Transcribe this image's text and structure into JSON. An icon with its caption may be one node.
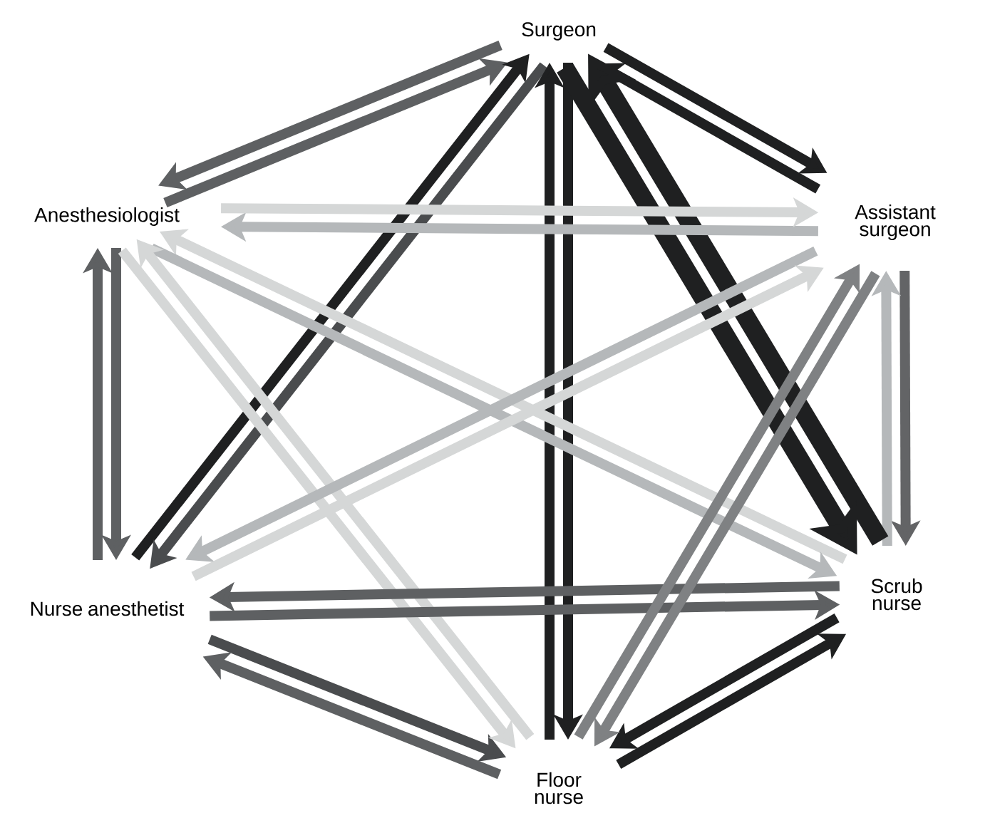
{
  "diagram": {
    "nodes": [
      {
        "text": [
          "Surgeon"
        ]
      },
      {
        "text": [
          "Assistant surgeon"
        ]
      },
      {
        "text": [
          "Scrub nurse"
        ]
      },
      {
        "text": [
          "Floor nurse"
        ]
      },
      {
        "text": [
          "Nurse anesthetist"
        ]
      },
      {
        "text": [
          "Anesthesiologist"
        ]
      }
    ],
    "edges": [
      {
        "from": 5,
        "to": 0,
        "arrow": "to",
        "color": "#5e6062"
      },
      {
        "from": 0,
        "to": 5,
        "arrow": "to",
        "color": "#5e6062"
      },
      {
        "from": 1,
        "to": 0,
        "arrow": "to",
        "color": "#1f2021"
      },
      {
        "from": 0,
        "to": 1,
        "arrow": "to",
        "color": "#1f2021"
      },
      {
        "from": 1,
        "to": 2,
        "arrow": "to",
        "color": "#636466"
      },
      {
        "from": 2,
        "to": 1,
        "arrow": "to",
        "color": "#b5b8ba"
      },
      {
        "from": 2,
        "to": 3,
        "arrow": "to",
        "color": "#1f2021"
      },
      {
        "from": 3,
        "to": 2,
        "arrow": "to",
        "color": "#1f2021"
      },
      {
        "from": 4,
        "to": 3,
        "arrow": "to",
        "color": "#4a4c4e"
      },
      {
        "from": 3,
        "to": 4,
        "arrow": "to",
        "color": "#5e6062"
      },
      {
        "from": 4,
        "to": 5,
        "arrow": "to",
        "color": "#5e6062"
      },
      {
        "from": 5,
        "to": 4,
        "arrow": "to",
        "color": "#5e6062"
      },
      {
        "from": 4,
        "to": 0,
        "arrow": "to",
        "color": "#1f2021"
      },
      {
        "from": 0,
        "to": 4,
        "arrow": "to",
        "color": "#4a4c4e"
      },
      {
        "from": 3,
        "to": 0,
        "arrow": "to",
        "color": "#1f2021"
      },
      {
        "from": 0,
        "to": 3,
        "arrow": "to",
        "color": "#1f2021"
      },
      {
        "from": 2,
        "to": 0,
        "arrow": "to",
        "style": "thick",
        "color": "#1f2021"
      },
      {
        "from": 0,
        "to": 2,
        "arrow": "to",
        "style": "thick",
        "color": "#1f2021"
      },
      {
        "from": 1,
        "to": 5,
        "arrow": "to",
        "color": "#b5b8ba"
      },
      {
        "from": 5,
        "to": 1,
        "arrow": "to",
        "color": "#d5d7d7"
      },
      {
        "from": 2,
        "to": 5,
        "arrow": "to",
        "color": "#d5d7d7"
      },
      {
        "from": 5,
        "to": 2,
        "arrow": "to",
        "color": "#b5b8ba"
      },
      {
        "from": 3,
        "to": 5,
        "arrow": "to",
        "color": "#d5d7d7"
      },
      {
        "from": 5,
        "to": 3,
        "arrow": "to",
        "color": "#d5d7d7"
      },
      {
        "from": 1,
        "to": 4,
        "arrow": "to",
        "color": "#b5b8ba"
      },
      {
        "from": 4,
        "to": 1,
        "arrow": "to",
        "color": "#d5d7d7"
      },
      {
        "from": 2,
        "to": 4,
        "arrow": "to",
        "color": "#5e6062"
      },
      {
        "from": 4,
        "to": 2,
        "arrow": "to",
        "color": "#5e6062"
      },
      {
        "from": 3,
        "to": 1,
        "arrow": "to",
        "color": "#7f8183"
      },
      {
        "from": 1,
        "to": 3,
        "arrow": "to",
        "color": "#7f8183"
      }
    ]
  }
}
